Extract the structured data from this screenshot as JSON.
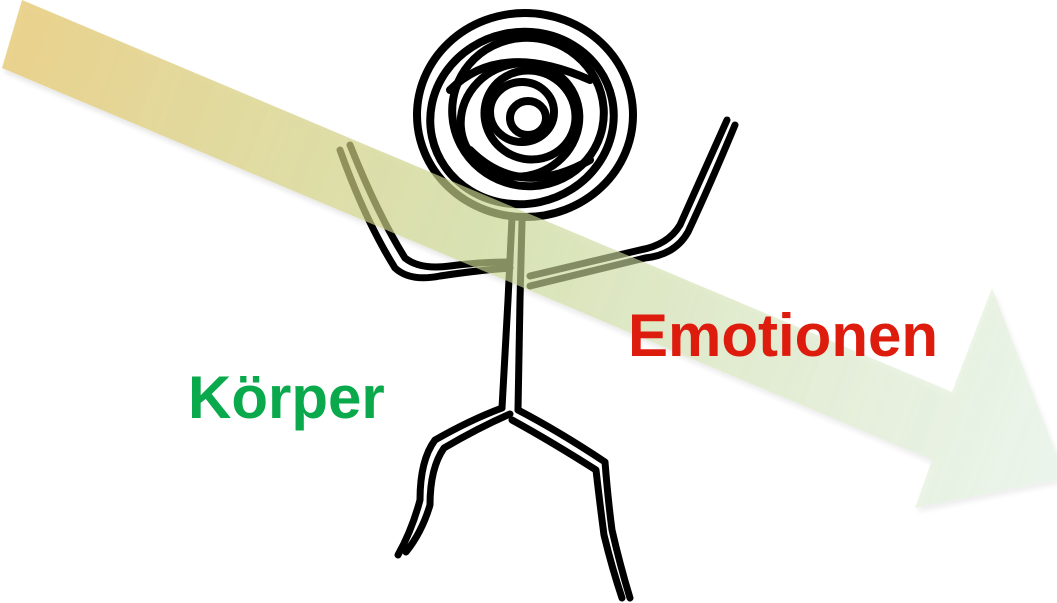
{
  "diagram": {
    "labels": {
      "body": "Körper",
      "emotions": "Emotionen"
    },
    "colors": {
      "body_label": "#0aa94c",
      "emotions_label": "#dd1c0e",
      "arrow_start": "#e2c469",
      "arrow_mid": "#c8d690",
      "arrow_end": "#dcefdc",
      "figure_stroke": "#000000"
    },
    "figure": "stick-figure",
    "arrow": "gradient-arrow-diagonal"
  }
}
